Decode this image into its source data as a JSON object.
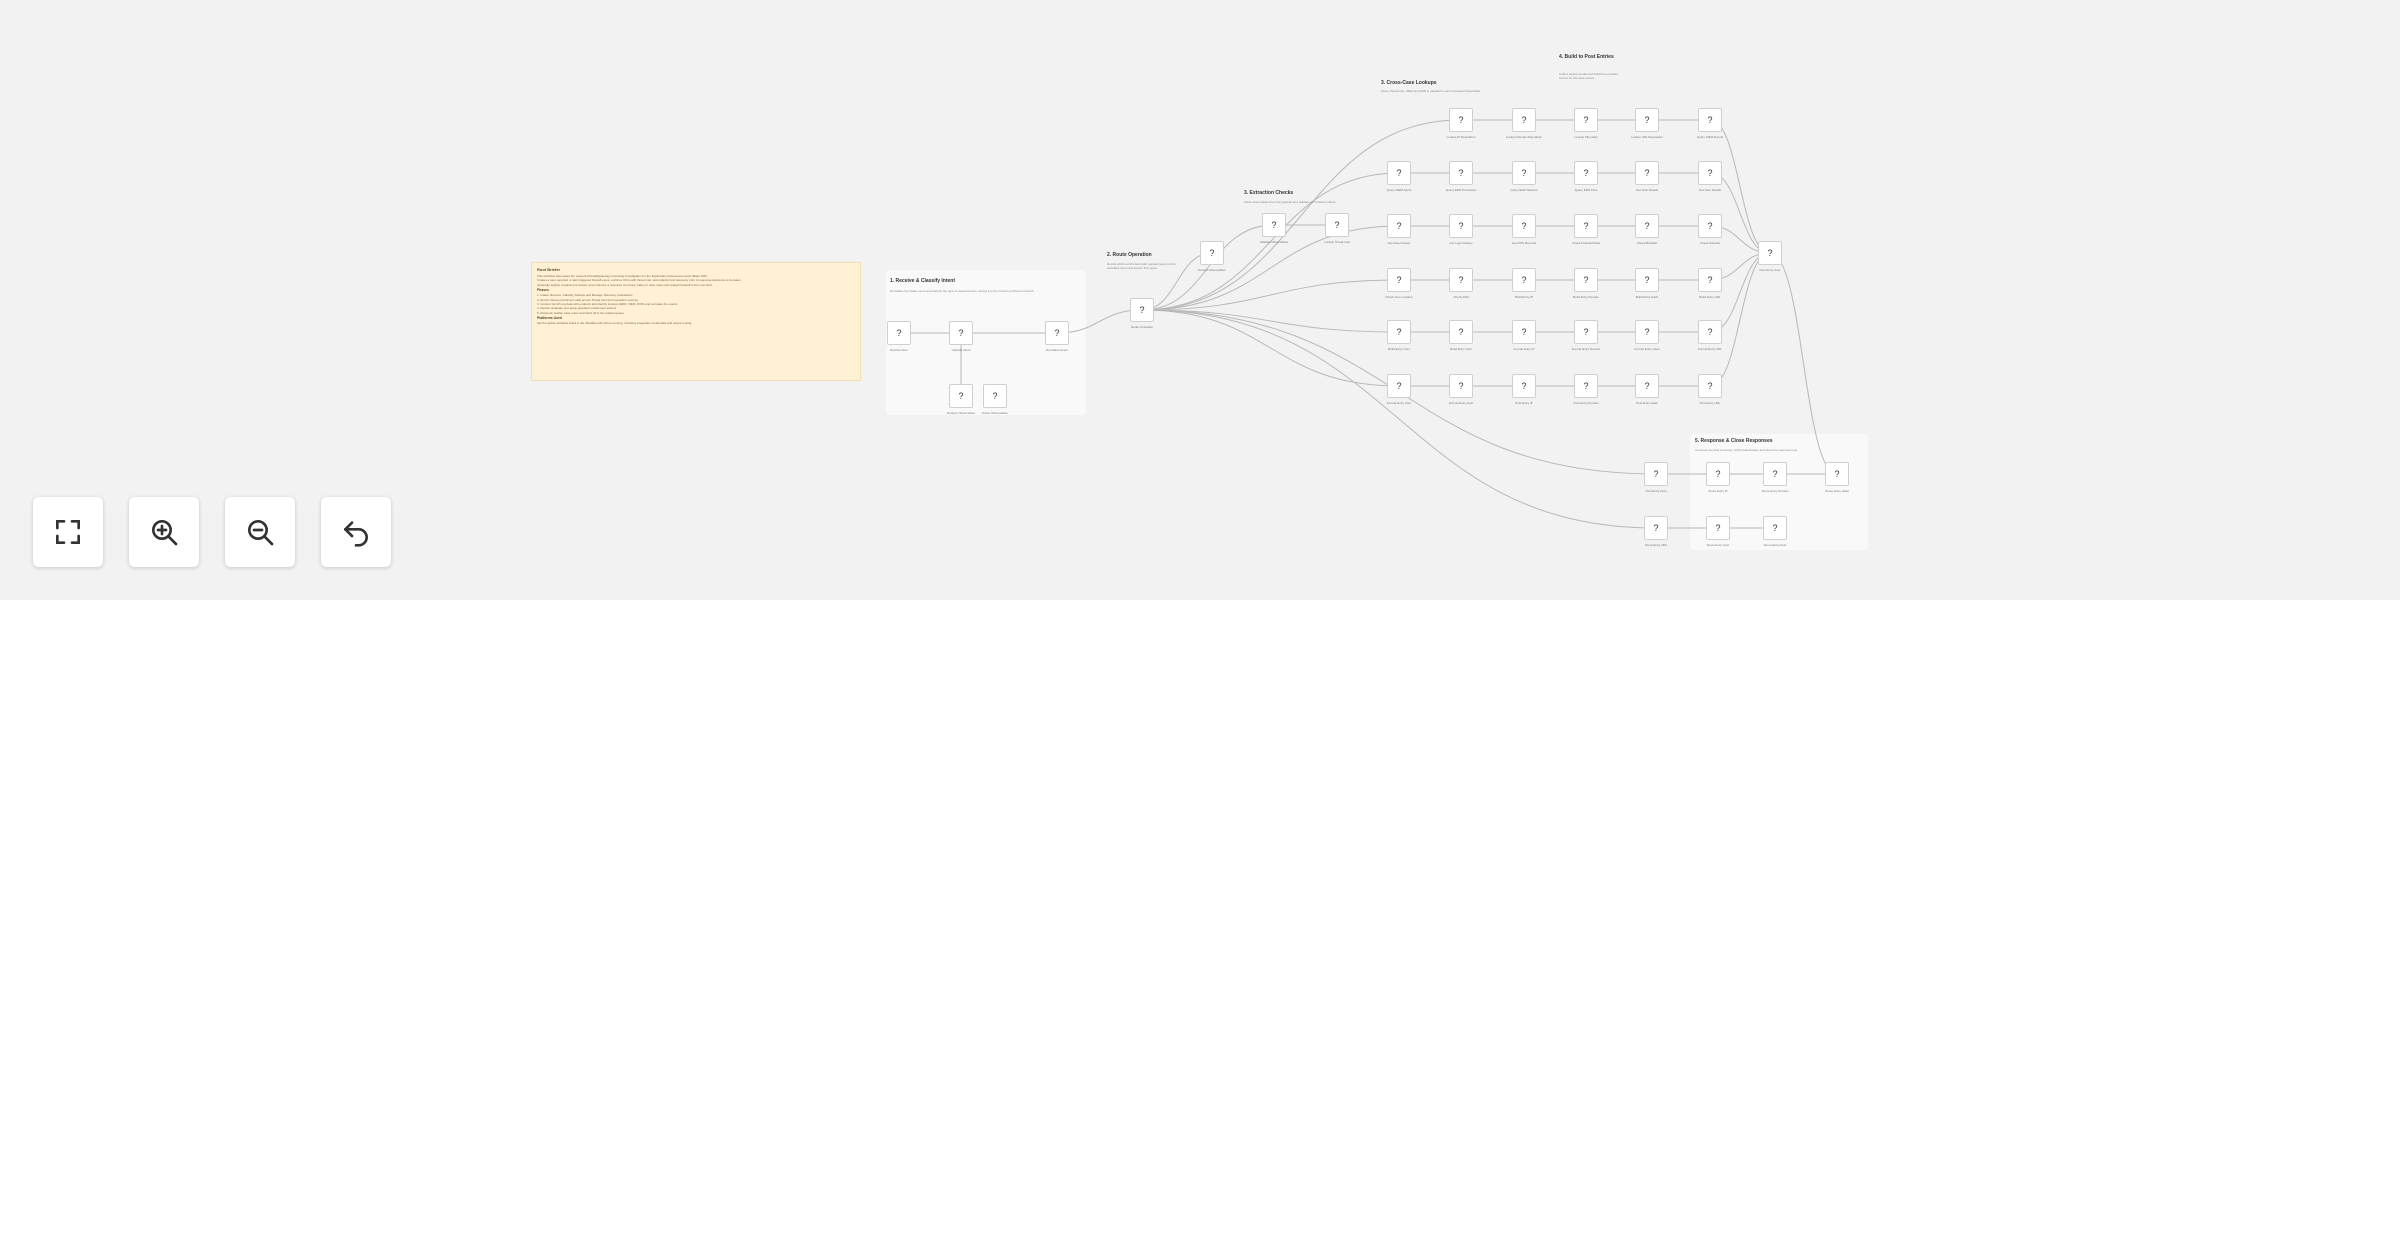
{
  "note": {
    "title": "Root Briefer",
    "lines": [
      "This workflow automates the network (firewall/gateway) reviewing investigation for the Exploration Assessment team (Base IRP).",
      "It takes a user-reported or alert-triggered firewall event, enriches IOCs with threat intel, and collects host telemetry prior to response decisions to be taken,",
      "optionally applies containment actions and produces a response summary ready for case notes and analyst handoff to the next shift."
    ],
    "heading1": "Phases",
    "items": [
      "1. Intake: Receive, Classify, Dedupe and Manage Telemetry evaluations",
      "2. Enrich: Route enrichment calls across Threat Intel and reputation sources",
      "3. Context: Enrich log data with endpoint and identity lookups (EDR, SIEM, DNS) and correlate the events",
      "4. Decide: Evaluate and apply guarded containment actions",
      "5. Respond: Gather case notes and hand off to the analyst queue"
    ],
    "heading2": "Platforms Used",
    "footer": "Set the global variables listed in the Variables tab before running, including integration credentials and output routing."
  },
  "sections": [
    {
      "title": "1. Receive & Classify Intent",
      "desc": "Normalize the intake event and classify the type of request before routing it to the correct enrichment branch."
    },
    {
      "title": "2. Route Operation",
      "desc": "Decide which enrichment path applies based on the classified intent and known IOC types."
    },
    {
      "title": "3. Extraction Checks",
      "desc": "Parse observables from the payload and validate each before lookup."
    },
    {
      "title": "3. Cross-Case Lookups",
      "desc": "Query threat intel, SIEM and EDR in parallel for each extracted observable."
    },
    {
      "title": "4. Build to Post Entries",
      "desc": "Collect lookup results and build the enriched entries for the case record."
    },
    {
      "title": "5. Response & Close Responses",
      "desc": "Compose the final summary, notify stakeholders and close the response loop."
    }
  ],
  "node_glyph": "?",
  "nodes": [
    {
      "label": "Receive Alert"
    },
    {
      "label": "Classify Intent"
    },
    {
      "label": "Normalize Event"
    },
    {
      "label": "Route Operation"
    },
    {
      "label": "Extract Observables"
    },
    {
      "label": "Dedupe Observables"
    },
    {
      "label": "Parse Observables"
    },
    {
      "label": "Validate Observables"
    },
    {
      "label": "Lookup Threat Intel"
    },
    {
      "label": "Lookup IP Reputation"
    },
    {
      "label": "Lookup Domain Reputation"
    },
    {
      "label": "Lookup File Hash"
    },
    {
      "label": "Lookup URL Reputation"
    },
    {
      "label": "Query SIEM Events"
    },
    {
      "label": "Query SIEM Alerts"
    },
    {
      "label": "Query EDR Processes"
    },
    {
      "label": "Query EDR Network"
    },
    {
      "label": "Query EDR Files"
    },
    {
      "label": "Get Host Details"
    },
    {
      "label": "Get User Details"
    },
    {
      "label": "Get Asset Owner"
    },
    {
      "label": "Get Login History"
    },
    {
      "label": "Get DNS Records"
    },
    {
      "label": "Check Firewall Rules"
    },
    {
      "label": "Check Blocklist"
    },
    {
      "label": "Check Allowlist"
    },
    {
      "label": "Check Geo Location"
    },
    {
      "label": "Check ASN"
    },
    {
      "label": "Build Entry IP"
    },
    {
      "label": "Build Entry Domain"
    },
    {
      "label": "Build Entry Hash"
    },
    {
      "label": "Build Entry URL"
    },
    {
      "label": "Build Entry User"
    },
    {
      "label": "Build Entry Host"
    },
    {
      "label": "Format Entry IP"
    },
    {
      "label": "Format Entry Domain"
    },
    {
      "label": "Format Entry Hash"
    },
    {
      "label": "Format Entry URL"
    },
    {
      "label": "Format Entry User"
    },
    {
      "label": "Format Entry Host"
    },
    {
      "label": "Post Entry IP"
    },
    {
      "label": "Post Entry Domain"
    },
    {
      "label": "Post Entry Hash"
    },
    {
      "label": "Post Entry URL"
    },
    {
      "label": "Post Entry User"
    },
    {
      "label": "Post Entry Host"
    },
    {
      "label": "Score Entry IP"
    },
    {
      "label": "Score Entry Domain"
    },
    {
      "label": "Score Entry Hash"
    },
    {
      "label": "Score Entry URL"
    },
    {
      "label": "Score Entry User"
    },
    {
      "label": "Score Entry Host"
    },
    {
      "label": "Merge Results"
    },
    {
      "label": "Compose Summary"
    },
    {
      "label": "Apply Containment Action"
    },
    {
      "label": "Notify Stakeholders"
    },
    {
      "label": "Update Case Notes"
    },
    {
      "label": "Close Response"
    },
    {
      "label": "Handoff To Queue"
    },
    {
      "label": "Finalize Response"
    }
  ],
  "controls": {
    "fit_view": "fullscreen-icon",
    "zoom_in": "zoom-in-icon",
    "zoom_out": "zoom-out-icon",
    "reset": "undo-icon"
  },
  "colors": {
    "canvas": "#f2f2f2",
    "note": "#fff1d4",
    "edge": "#b8b8b8",
    "node_border": "#cfcfcf"
  }
}
